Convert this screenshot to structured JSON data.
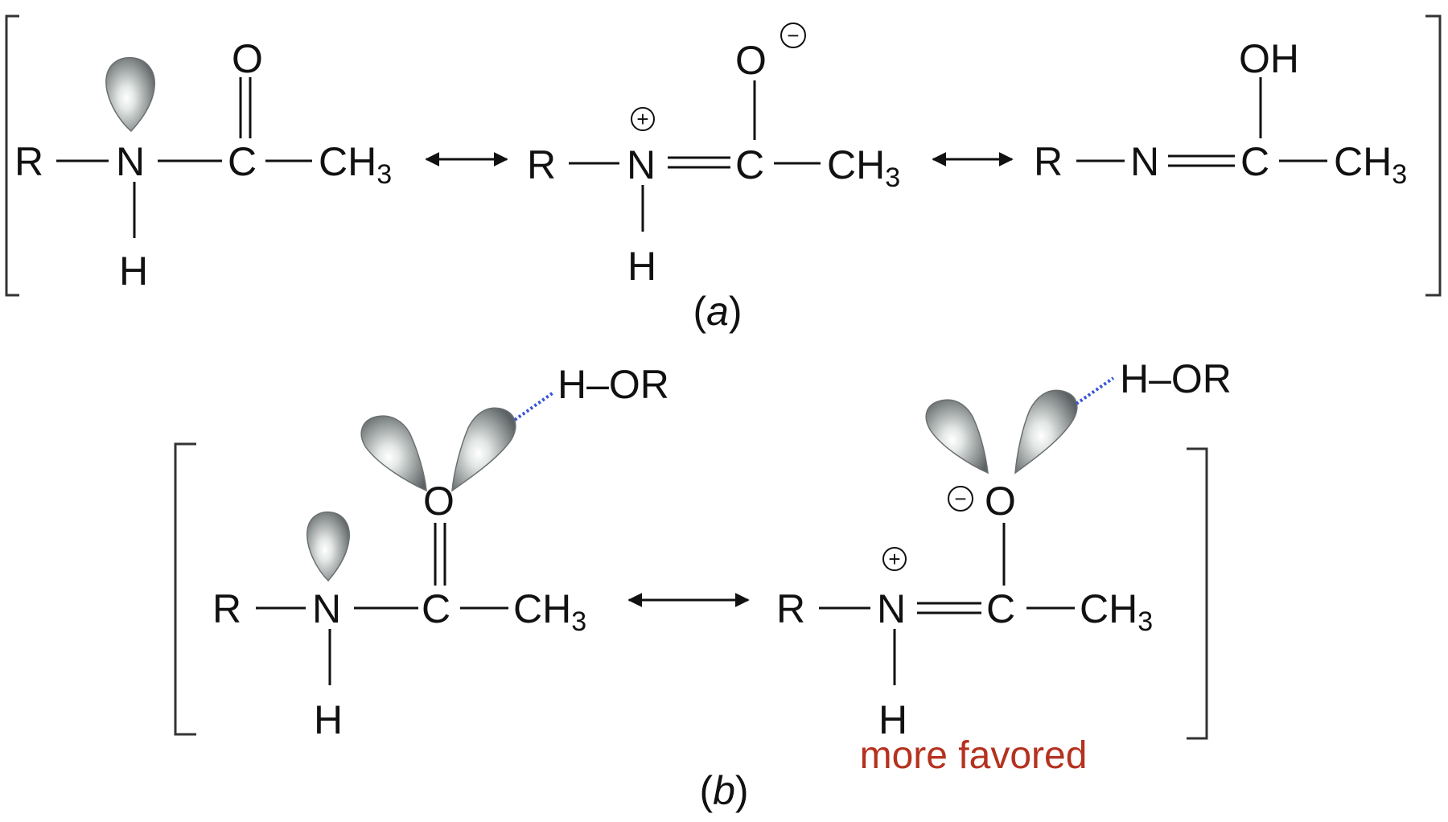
{
  "atoms": {
    "R": "R",
    "N": "N",
    "C": "C",
    "O": "O",
    "H": "H",
    "CH": "CH",
    "three": "3",
    "OH": "OH",
    "H_bond_partner": "H–OR"
  },
  "charges": {
    "plus": "+",
    "minus": "−"
  },
  "labels": {
    "panel_a": "a",
    "panel_b": "b",
    "more_favored": "more favored"
  },
  "colors": {
    "hydrogen_bond": "#3a55d6",
    "more_favored": "#b5321f",
    "lone_pair_light": "#ffffff",
    "lone_pair_dark": "#5c6163"
  }
}
